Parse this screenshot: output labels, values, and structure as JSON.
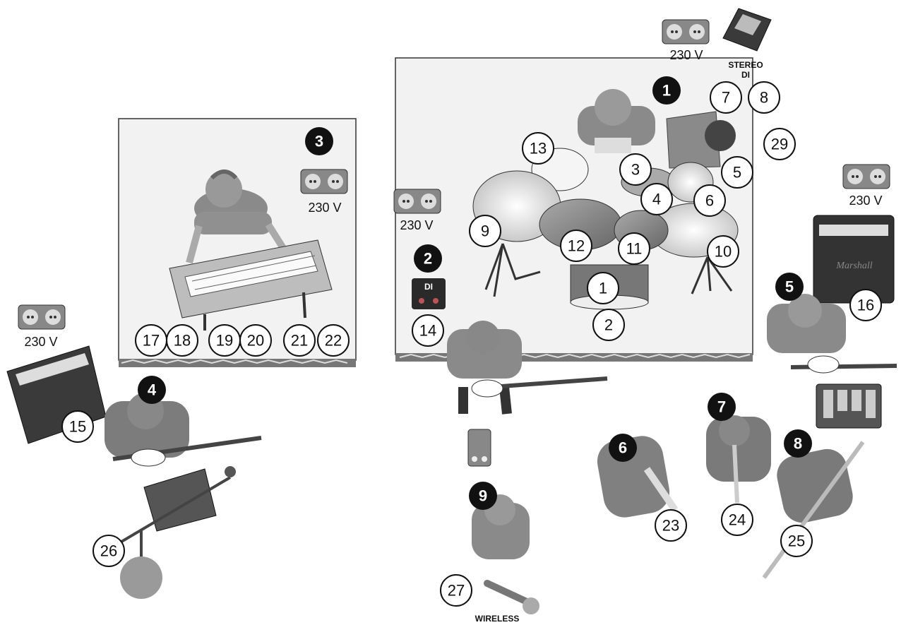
{
  "power_label": "230 V",
  "stereo_di_label": [
    "STEREO",
    "DI"
  ],
  "di_box_label": "DI",
  "wireless_label": "WIRELESS",
  "musicians": [
    "1",
    "2",
    "3",
    "4",
    "5",
    "6",
    "7",
    "8",
    "9"
  ],
  "items": [
    "1",
    "2",
    "3",
    "4",
    "5",
    "6",
    "7",
    "8",
    "9",
    "10",
    "11",
    "12",
    "13",
    "14",
    "15",
    "16",
    "17",
    "18",
    "19",
    "20",
    "21",
    "22",
    "23",
    "24",
    "25",
    "26",
    "27",
    "29"
  ]
}
